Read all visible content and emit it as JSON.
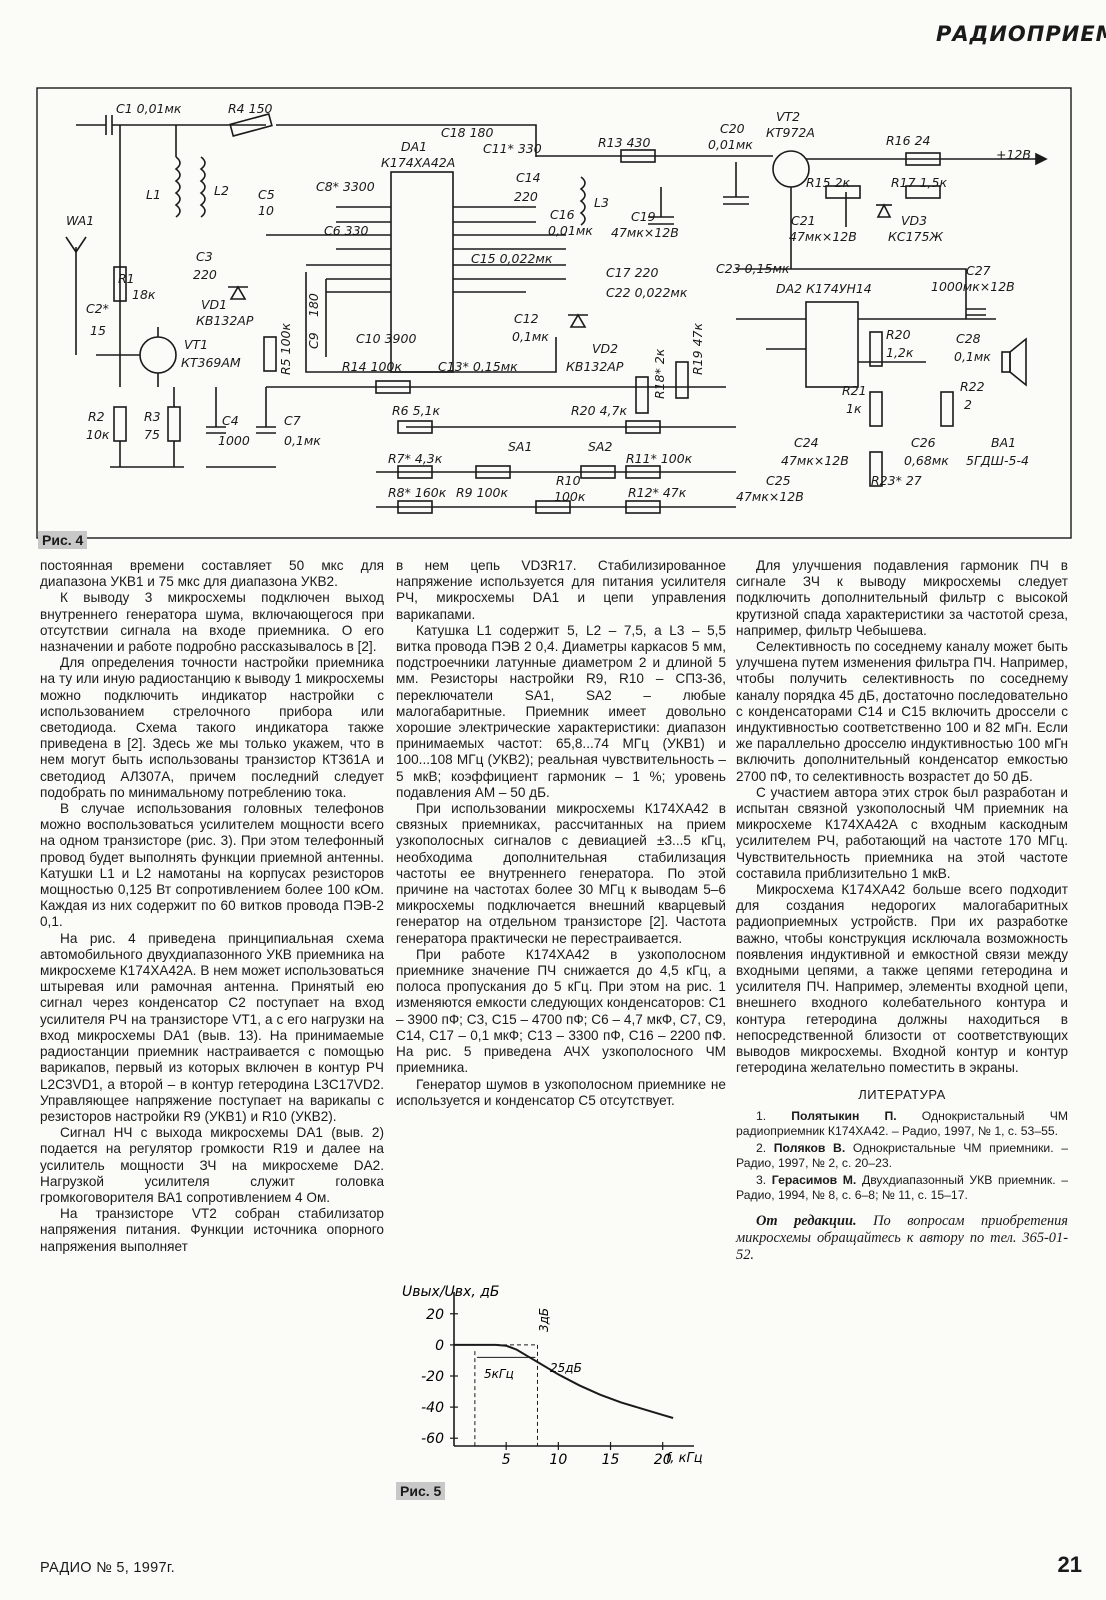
{
  "header": {
    "section": "РАДИОПРИЕМ"
  },
  "figure4": {
    "caption": "Рис. 4",
    "labels": {
      "c1": "C1 0,01мк",
      "r4": "R4 150",
      "c18": "C18 180",
      "c11": "C11* 330",
      "r13": "R13 430",
      "c20": "C20",
      "c20v": "0,01мк",
      "vt2": "VT2",
      "vt2t": "КТ972А",
      "r16": "R16 24",
      "plus12": "+12В",
      "da1": "DA1",
      "da1t": "К174ХА42А",
      "c8": "C8* 3300",
      "c14": "C14",
      "c14v": "220",
      "l1": "L1",
      "l2": "L2",
      "c5": "C5",
      "c5v": "10",
      "c6": "C6 330",
      "c16": "C16",
      "c16v": "0,01мк",
      "l3": "L3",
      "c19": "C19",
      "c19v": "47мк×12В",
      "r15": "R15 2к",
      "r17": "R17 1,5к",
      "c21": "C21",
      "c21v": "47мк×12В",
      "vd3": "VD3",
      "vd3t": "КС175Ж",
      "wa1": "WA1",
      "c3": "C3",
      "c3v": "220",
      "c15": "C15 0,022мк",
      "c23": "C23 0,15мк",
      "c27": "C27",
      "c27v": "1000мк×12В",
      "vd1": "VD1",
      "vd1t": "КВ132АР",
      "c17": "C17 220",
      "c22": "C22 0,022мк",
      "da2": "DA2 К174УН14",
      "r1": "R1",
      "r1v": "18к",
      "c2": "C2*",
      "c2v": "15",
      "c9": "C9",
      "c9v": "180",
      "c10": "C10 3900",
      "c12": "C12",
      "c12v": "0,1мк",
      "r19": "R19 47к",
      "r18": "R18* 2к",
      "r20": "R20",
      "r20v": "1,2к",
      "c28": "C28",
      "c28v": "0,1мк",
      "vt1": "VT1",
      "vt1t": "КТ369АМ",
      "r5": "R5 100к",
      "r14": "R14 100к",
      "c13": "C13* 0,15мк",
      "vd2": "VD2",
      "vd2t": "КВ132АР",
      "r21": "R21",
      "r21v": "1к",
      "r22": "R22",
      "r22v": "2",
      "r2": "R2",
      "r2v": "10к",
      "r3": "R3",
      "r3v": "75",
      "c4": "C4",
      "c4v": "1000",
      "c7": "C7",
      "c7v": "0,1мк",
      "r6": "R6 5,1к",
      "r20b": "R20 4,7к",
      "sa1": "SA1",
      "sa2": "SA2",
      "c24": "C24",
      "c24v": "47мк×12В",
      "c26": "C26",
      "c26v": "0,68мк",
      "ba1": "BA1",
      "ba1t": "5ГДШ-5-4",
      "r7": "R7* 4,3к",
      "r11": "R11* 100к",
      "r23": "R23* 27",
      "r8": "R8* 160к",
      "r9": "R9 100к",
      "r10": "R10",
      "r10v": "100к",
      "r12": "R12* 47к",
      "c25": "C25",
      "c25v": "47мк×12В"
    }
  },
  "column1": [
    "постоянная времени составляет 50 мкс для диапазона УКВ1 и 75 мкс для диапазона УКВ2.",
    "К выводу 3 микросхемы подключен выход внутреннего генератора шума, включающегося при отсутствии сигнала на входе приемника. О его назначении и работе подробно рассказывалось в [2].",
    "Для определения точности настройки приемника на ту или иную радиостанцию к выводу 1 микросхемы можно подключить индикатор настройки с использованием стрелочного прибора или светодиода. Схема такого индикатора также приведена в [2]. Здесь же мы только укажем, что в нем могут быть использованы транзистор КТ361А и светодиод АЛ307А, причем последний следует подобрать по минимальному потреблению тока.",
    "В случае использования головных телефонов можно воспользоваться усилителем мощности всего на одном транзисторе (рис. 3). При этом телефонный провод будет выполнять функции приемной антенны. Катушки L1 и L2 намотаны на корпусах резисторов мощностью 0,125 Вт сопротивлением более 100 кОм. Каждая из них содержит по 60 витков провода ПЭВ-2 0,1.",
    "На рис. 4 приведена принципиальная схема автомобильного двухдиапазонного УКВ приемника на микросхеме К174ХА42А. В нем может использоваться штыревая или рамочная антенна. Принятый ею сигнал через конденсатор С2 поступает на вход усилителя РЧ на транзисторе VT1, а с его нагрузки на вход микросхемы DA1 (выв. 13). На принимаемые радиостанции приемник настраивается с помощью варикапов, первый из которых включен в контур РЧ L2C3VD1, а второй – в контур гетеродина L3C17VD2. Управляющее напряжение поступает на варикапы с резисторов настройки R9 (УКВ1) и R10 (УКВ2).",
    "Сигнал НЧ с выхода микросхемы DA1 (выв. 2) подается на регулятор громкости R19 и далее на усилитель мощности ЗЧ на микросхеме DA2. Нагрузкой усилителя служит головка громкоговорителя ВА1 сопротивлением 4 Ом.",
    "На транзисторе VT2 собран стабилизатор напряжения питания. Функции источника опорного напряжения выполняет"
  ],
  "column2": [
    "в нем цепь VD3R17. Стабилизированное напряжение используется для питания усилителя РЧ, микросхемы DA1 и цепи управления варикапами.",
    "Катушка L1 содержит 5, L2 – 7,5, а L3 – 5,5 витка провода ПЭВ 2 0,4. Диаметры каркасов 5 мм, подстроечники латунные диаметром 2 и длиной 5 мм. Резисторы настройки R9, R10 – СП3-36, переключатели SA1, SA2 – любые малогабаритные. Приемник имеет довольно хорошие электрические характеристики: диапазон принимаемых частот: 65,8...74 МГц (УКВ1) и 100...108 МГц (УКВ2); реальная чувствительность – 5 мкВ; коэффициент гармоник – 1 %; уровень подавления АМ – 50 дБ.",
    "При использовании микросхемы К174ХА42 в связных приемниках, рассчитанных на прием узкополосных сигналов с девиацией ±3...5 кГц, необходима дополнительная стабилизация частоты ее внутреннего генератора. По этой причине на частотах более 30 МГц к выводам 5–6 микросхемы подключается внешний кварцевый генератор на отдельном транзисторе [2]. Частота генератора практически не перестраивается.",
    "При работе К174ХА42 в узкополосном приемнике значение ПЧ снижается до 4,5 кГц, а полоса пропускания до 5 кГц. При этом на рис. 1 изменяются емкости следующих конденсаторов: С1 – 3900 пФ; С3, С15 – 4700 пФ; С6 – 4,7 мкФ, С7, С9, С14, С17 – 0,1 мкФ; С13 – 3300 пФ, С16 – 2200 пФ. На рис. 5 приведена АЧХ узкополосного ЧМ приемника.",
    "Генератор шумов в узкополосном приемнике не используется и конденсатор С5 отсутствует."
  ],
  "column3": [
    "Для улучшения подавления гармоник ПЧ в сигнале ЗЧ к выводу микросхемы следует подключить дополнительный фильтр с высокой крутизной спада характеристики за частотой среза, например, фильтр Чебышева.",
    "Селективность по соседнему каналу может быть улучшена путем изменения фильтра ПЧ. Например, чтобы получить селективность по соседнему каналу порядка 45 дБ, достаточно последовательно с конденсаторами С14 и С15 включить дроссели с индуктивностью соответственно 100 и 82 мГн. Если же параллельно дросселю индуктивностью 100 мГн включить дополнительный конденсатор емкостью 2700 пФ, то селективность возрастет до 50 дБ.",
    "С участием автора этих строк был разработан и испытан связной узкополосный ЧМ приемник на микросхеме К174ХА42А с входным каскодным усилителем РЧ, работающий на частоте 170 МГц. Чувствительность приемника на этой частоте составила приблизительно 1 мкВ.",
    "Микросхема К174ХА42 больше всего подходит для создания недорогих малогабаритных радиоприемных устройств. При их разработке важно, чтобы конструкция исключала возможность появления индуктивной и емкостной связи между входными цепями, а также цепями гетеродина и усилителя ПЧ. Например, элементы входной цепи, внешнего входного колебательного контура и контура гетеродина должны находиться в непосредственной близости от соответствующих выводов микросхемы. Входной контур и контур гетеродина желательно поместить в экраны."
  ],
  "literature": {
    "title": "ЛИТЕРАТУРА",
    "items": [
      {
        "num": "1.",
        "author": "Полятыкин П.",
        "text": "Однокристальный ЧМ радиоприемник К174ХА42. – Радио, 1997, № 1, с. 53–55."
      },
      {
        "num": "2.",
        "author": "Поляков В.",
        "text": "Однокристальные ЧМ приемники. – Радио, 1997, № 2, с. 20–23."
      },
      {
        "num": "3.",
        "author": "Герасимов М.",
        "text": "Двухдиапазонный УКВ приемник. – Радио, 1994, № 8, с. 6–8; № 11, с. 15–17."
      }
    ]
  },
  "editorial": {
    "lead": "От редакции.",
    "text": "По вопросам приобретения микросхемы обращайтесь к автору по тел. 365-01-52."
  },
  "figure5": {
    "caption": "Рис. 5",
    "ylabel": "Uвых/Uвх, дБ",
    "xlabel": "f, кГц",
    "annot_3db": "3дБ",
    "annot_25db": "25дБ",
    "annot_5khz": "5кГц"
  },
  "chart_data": {
    "type": "line",
    "title": "",
    "xlabel": "f, кГц",
    "ylabel": "Uвых/Uвх, дБ",
    "x_ticks": [
      5,
      10,
      15,
      20
    ],
    "y_ticks": [
      20,
      0,
      -20,
      -40,
      -60
    ],
    "xlim": [
      0,
      23
    ],
    "ylim": [
      -65,
      25
    ],
    "series": [
      {
        "x": [
          0,
          1,
          2,
          3,
          4,
          5,
          6,
          7,
          8,
          9,
          10,
          12,
          14,
          16,
          18,
          20,
          21
        ],
        "y": [
          0,
          0,
          0,
          0,
          0,
          -0.5,
          -3,
          -7,
          -11,
          -15,
          -19,
          -26,
          -32,
          -37,
          -41,
          -45,
          -47
        ]
      }
    ],
    "annotations": [
      "3дБ",
      "25дБ",
      "5кГц"
    ]
  },
  "footer": {
    "issue": "РАДИО № 5, 1997г.",
    "page": "21"
  }
}
